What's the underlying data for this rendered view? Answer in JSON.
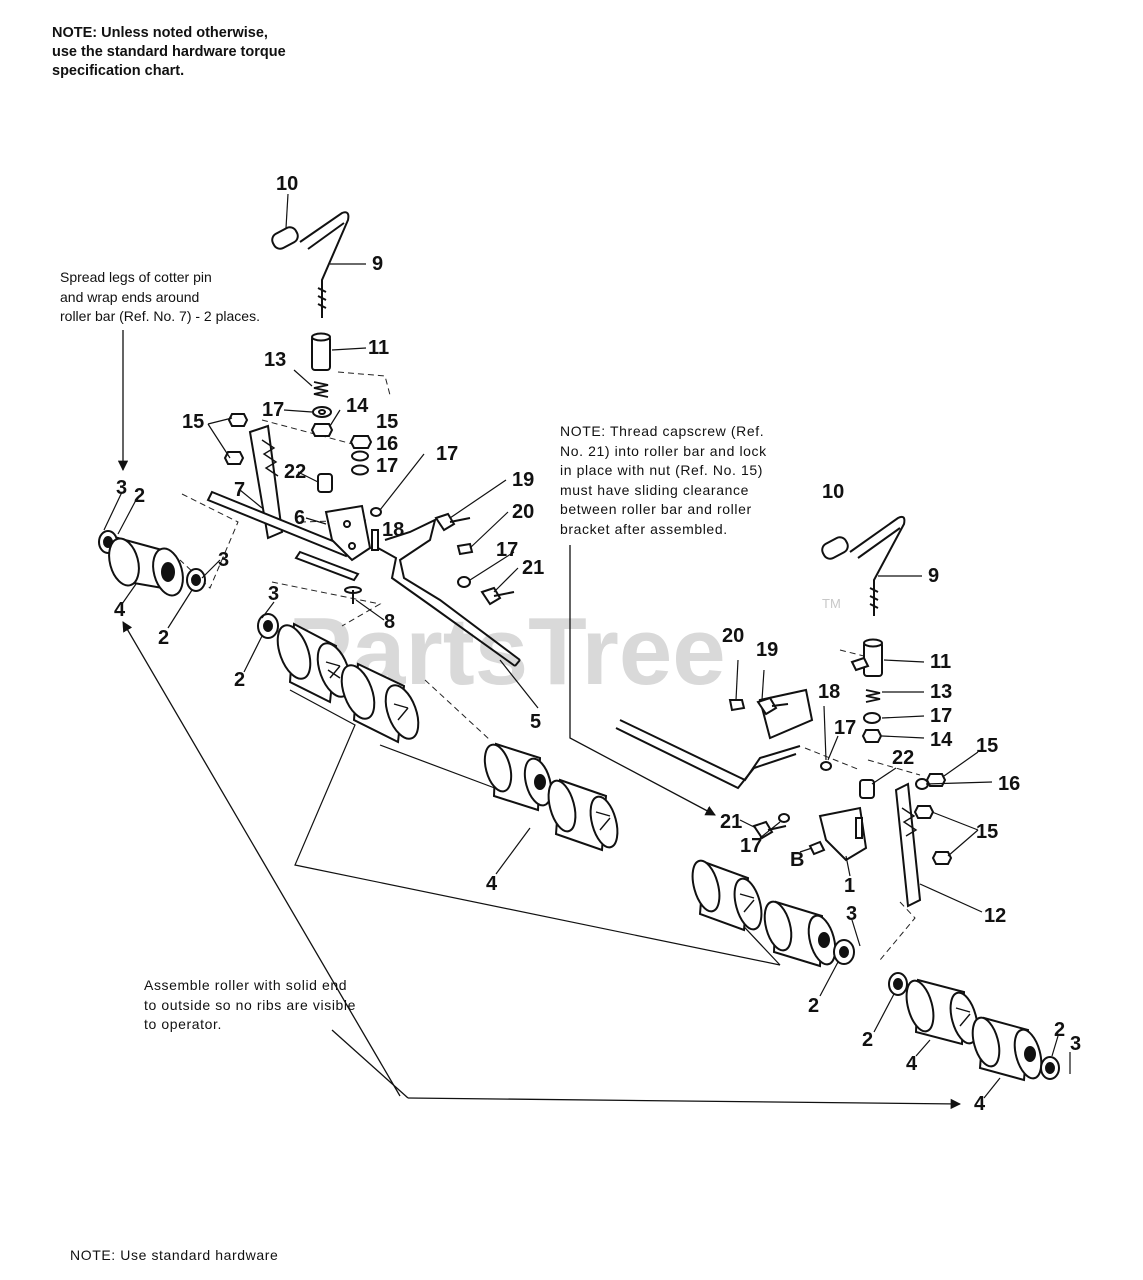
{
  "notes": {
    "top": [
      "NOTE: Unless noted otherwise,",
      "use the standard hardware torque",
      "specification chart."
    ],
    "cotter": [
      "Spread legs of cotter pin",
      "and wrap ends around",
      "roller bar (Ref. No. 7) - 2 places."
    ],
    "capscrew": [
      "NOTE: Thread capscrew (Ref.",
      "No. 21) into roller bar and lock",
      "in place with nut (Ref. No. 15)",
      "must have sliding clearance",
      "between roller bar and roller",
      "bracket after assembled."
    ],
    "roller": [
      "Assemble roller with solid end",
      "to outside so no ribs are visible",
      "to operator."
    ],
    "bottom": "NOTE: Use standard hardware"
  },
  "watermark": "PartsTree",
  "trademark": "TM",
  "callouts": [
    {
      "id": "c10a",
      "text": "10"
    },
    {
      "id": "c9a",
      "text": "9"
    },
    {
      "id": "c11a",
      "text": "11"
    },
    {
      "id": "c13a",
      "text": "13"
    },
    {
      "id": "c17a",
      "text": "17"
    },
    {
      "id": "c14a",
      "text": "14"
    },
    {
      "id": "c15a",
      "text": "15"
    },
    {
      "id": "c15b",
      "text": "15"
    },
    {
      "id": "c16a",
      "text": "16"
    },
    {
      "id": "c17b",
      "text": "17"
    },
    {
      "id": "c17c",
      "text": "17"
    },
    {
      "id": "c22a",
      "text": "22"
    },
    {
      "id": "c7",
      "text": "7"
    },
    {
      "id": "c6",
      "text": "6"
    },
    {
      "id": "c18a",
      "text": "18"
    },
    {
      "id": "c19a",
      "text": "19"
    },
    {
      "id": "c20a",
      "text": "20"
    },
    {
      "id": "c17d",
      "text": "17"
    },
    {
      "id": "c21a",
      "text": "21"
    },
    {
      "id": "c8",
      "text": "8"
    },
    {
      "id": "c3a",
      "text": "3"
    },
    {
      "id": "c2a",
      "text": "2"
    },
    {
      "id": "c3b",
      "text": "3"
    },
    {
      "id": "c2b",
      "text": "2"
    },
    {
      "id": "c4a",
      "text": "4"
    },
    {
      "id": "c3c",
      "text": "3"
    },
    {
      "id": "c2c",
      "text": "2"
    },
    {
      "id": "c5",
      "text": "5"
    },
    {
      "id": "c4b",
      "text": "4"
    },
    {
      "id": "c10b",
      "text": "10"
    },
    {
      "id": "c9b",
      "text": "9"
    },
    {
      "id": "c11b",
      "text": "11"
    },
    {
      "id": "c20b",
      "text": "20"
    },
    {
      "id": "c19b",
      "text": "19"
    },
    {
      "id": "c18b",
      "text": "18"
    },
    {
      "id": "c13b",
      "text": "13"
    },
    {
      "id": "c17e",
      "text": "17"
    },
    {
      "id": "c14b",
      "text": "14"
    },
    {
      "id": "c17f",
      "text": "17"
    },
    {
      "id": "c15c",
      "text": "15"
    },
    {
      "id": "c22b",
      "text": "22"
    },
    {
      "id": "c16b",
      "text": "16"
    },
    {
      "id": "c15d",
      "text": "15"
    },
    {
      "id": "c21b",
      "text": "21"
    },
    {
      "id": "c17g",
      "text": "17"
    },
    {
      "id": "cB",
      "text": "B"
    },
    {
      "id": "c1",
      "text": "1"
    },
    {
      "id": "c12",
      "text": "12"
    },
    {
      "id": "c3d",
      "text": "3"
    },
    {
      "id": "c2d",
      "text": "2"
    },
    {
      "id": "c2e",
      "text": "2"
    },
    {
      "id": "c4c",
      "text": "4"
    },
    {
      "id": "c2f",
      "text": "2"
    },
    {
      "id": "c3e",
      "text": "3"
    },
    {
      "id": "c4d",
      "text": "4"
    }
  ]
}
